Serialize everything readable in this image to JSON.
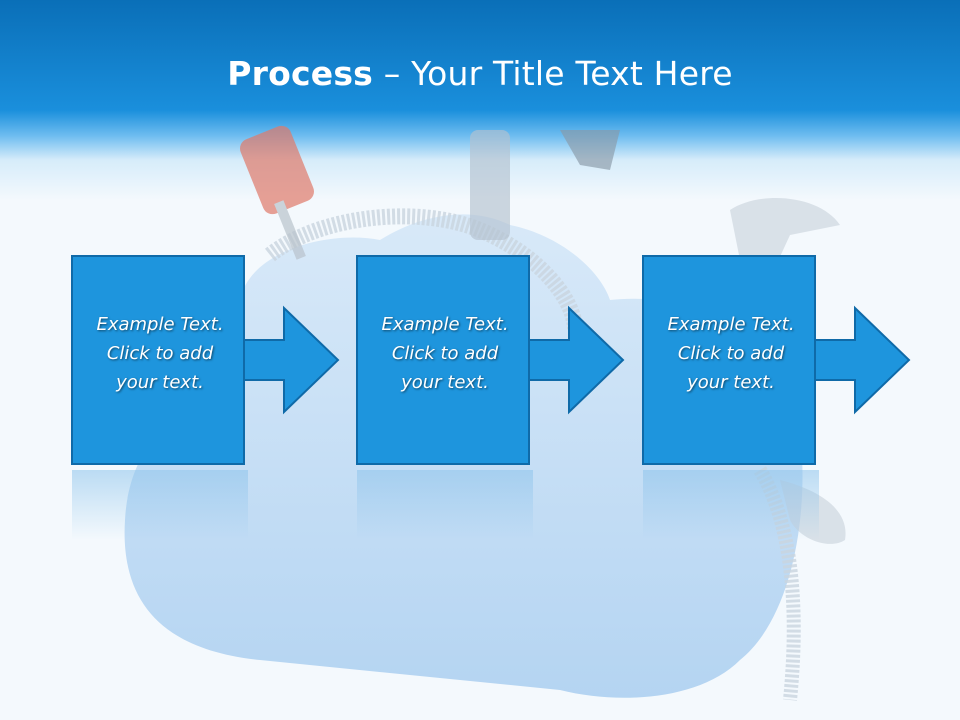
{
  "slide": {
    "title_bold": "Process",
    "title_rest": " – Your Title Text Here"
  },
  "steps": [
    {
      "line1": "Example Text.",
      "line2": "Click  to add",
      "line3": "your text."
    },
    {
      "line1": "Example Text.",
      "line2": "Click  to add",
      "line3": "your text."
    },
    {
      "line1": "Example Text.",
      "line2": "Click  to add",
      "line3": "your text."
    }
  ],
  "colors": {
    "header_blue": "#0a6fb8",
    "box_blue": "#1e95dd",
    "box_border": "#0f6aa8",
    "background": "#f4f9fd"
  },
  "icons": [
    "cloud-zipper-image",
    "screwdriver-icon",
    "hammer-icon",
    "wrench-icon",
    "arrow-right-icon"
  ]
}
